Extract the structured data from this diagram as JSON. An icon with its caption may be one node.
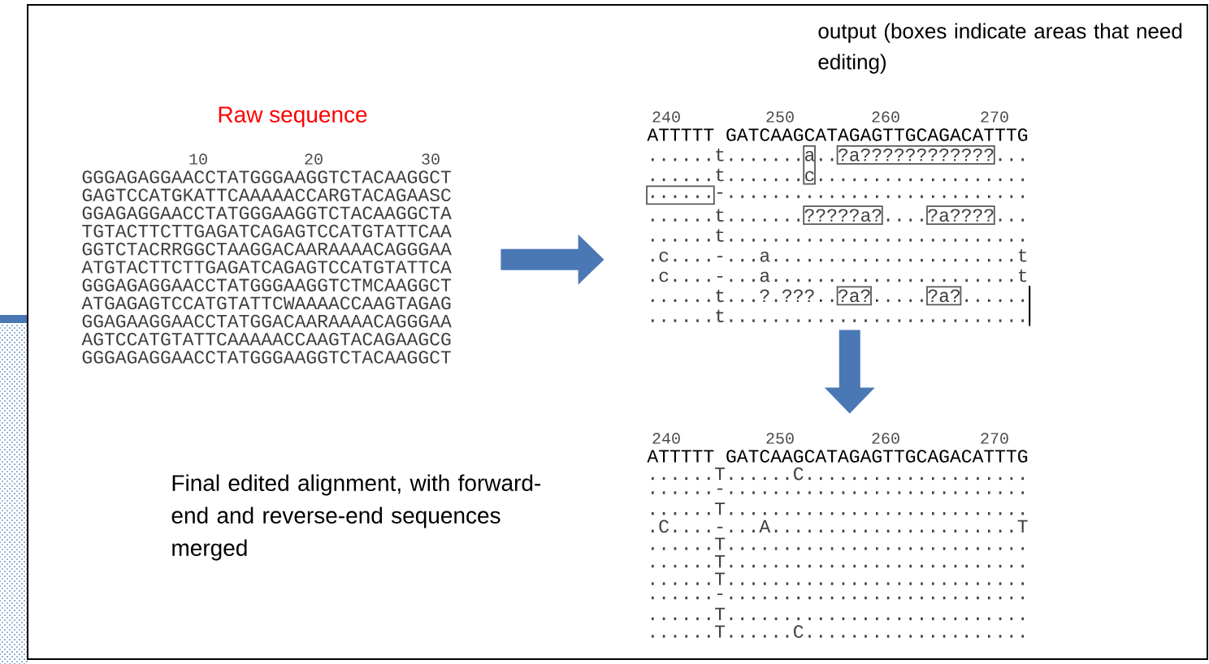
{
  "diagram": {
    "nodes": [
      {
        "text": [
          "Raw sequence",
          "10",
          "20",
          "30",
          "GGGAGAGGAACCTATGGGAAGGTCTACAAGGCT",
          "GAGTCCATGKATTCAAAAACCARGTACAGAASC",
          "GGAGAGGAACCTATGGGAAGGTCTACAAGGCTA",
          "TGTACTTCTTGAGATCAGAGTCCATGTATTCAA",
          "GGTCTACRRGGCTAAGGACAARAAAACAGGGAA",
          "ATGTACTTCTTGAGATCAGAGTCCATGTATTCA",
          "GGGAGAGGAACCTATGGGAAGGTCTMCAAGGCT",
          "ATGAGAGTCCATGTATTCWAAAACCAAGTAGAG",
          "GGAGAAGGAACCTATGGACAARAAAACAGGGAA",
          "AGTCCATGTATTCAAAAACCAAGTACAGAAGCG",
          "GGGAGAGGAACCTATGGGAAGGTCTACAAGGCT"
        ]
      },
      {
        "text": [
          "output (boxes indicate areas that need editing)",
          "240",
          "250",
          "260",
          "270",
          "ATTTTT GATCAAGCATAGAGTTGCAGACATTTG",
          "......t.......a..?a????????????...",
          "......t.......c...................",
          "......-...........................",
          "......t.......?????a?....?a????...",
          "......t...........................",
          ".c....-...a......................t",
          ".c....-...a......................t",
          "......t...?.???..?a?.....?a?......",
          "......t..........................."
        ]
      },
      {
        "text": [
          "240",
          "250",
          "260",
          "270",
          "ATTTTT GATCAAGCATAGAGTTGCAGACATTTG",
          "......T......C....................",
          "......-...........................",
          "......T...........................",
          ".C....-...A......................T",
          "......T...........................",
          "......T...........................",
          "......T...........................",
          "......-...........................",
          "......T...........................",
          "......T......C...................."
        ],
        "beside": [
          "Final edited alignment, with forward-end and reverse-end sequences merged"
        ]
      }
    ],
    "edges": [
      {
        "from": 0,
        "to": 1,
        "arrow": "to"
      },
      {
        "from": 1,
        "to": 2,
        "arrow": "to"
      }
    ]
  }
}
